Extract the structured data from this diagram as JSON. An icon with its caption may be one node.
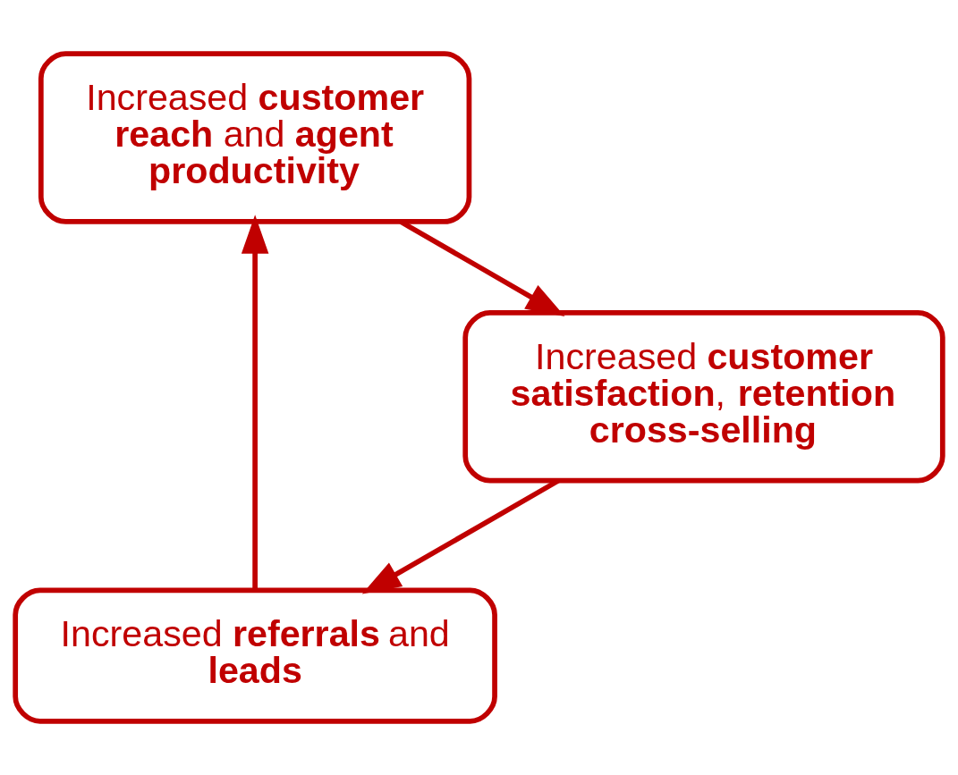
{
  "diagram": {
    "nodes": [
      {
        "text": [
          "Increased **referrals** and **leads**"
        ]
      },
      {
        "text": [
          "Increased **customer reach** and **agent productivity**"
        ]
      },
      {
        "text": [
          "Increased **customer satisfaction**, **retention cross-selling**"
        ]
      }
    ],
    "edges": [
      {
        "from": 0,
        "to": 1,
        "arrow": "to"
      },
      {
        "from": 1,
        "to": 2,
        "arrow": "to"
      },
      {
        "from": 2,
        "to": 0,
        "arrow": "to"
      }
    ]
  }
}
